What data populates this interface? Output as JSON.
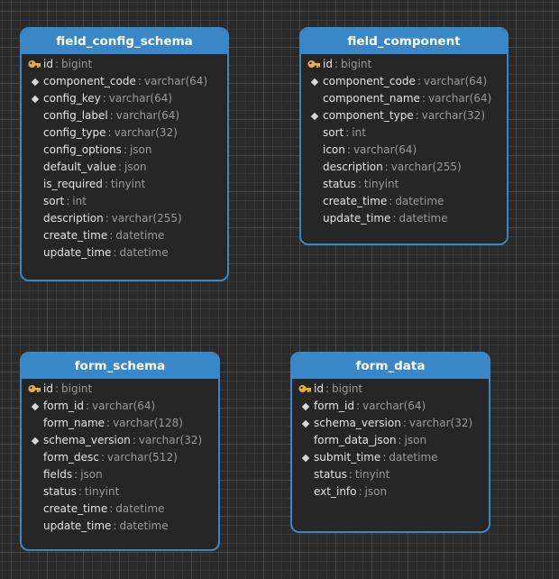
{
  "entities": [
    {
      "name": "field_config_schema",
      "fields": [
        {
          "name": "id",
          "type": "bigint",
          "marker": "key"
        },
        {
          "name": "component_code",
          "type": "varchar(64)",
          "marker": "index"
        },
        {
          "name": "config_key",
          "type": "varchar(64)",
          "marker": "index"
        },
        {
          "name": "config_label",
          "type": "varchar(64)",
          "marker": "none"
        },
        {
          "name": "config_type",
          "type": "varchar(32)",
          "marker": "none"
        },
        {
          "name": "config_options",
          "type": "json",
          "marker": "none"
        },
        {
          "name": "default_value",
          "type": "json",
          "marker": "none"
        },
        {
          "name": "is_required",
          "type": "tinyint",
          "marker": "none"
        },
        {
          "name": "sort",
          "type": "int",
          "marker": "none"
        },
        {
          "name": "description",
          "type": "varchar(255)",
          "marker": "none"
        },
        {
          "name": "create_time",
          "type": "datetime",
          "marker": "none"
        },
        {
          "name": "update_time",
          "type": "datetime",
          "marker": "none"
        }
      ]
    },
    {
      "name": "field_component",
      "fields": [
        {
          "name": "id",
          "type": "bigint",
          "marker": "key"
        },
        {
          "name": "component_code",
          "type": "varchar(64)",
          "marker": "index"
        },
        {
          "name": "component_name",
          "type": "varchar(64)",
          "marker": "none"
        },
        {
          "name": "component_type",
          "type": "varchar(32)",
          "marker": "index"
        },
        {
          "name": "sort",
          "type": "int",
          "marker": "none"
        },
        {
          "name": "icon",
          "type": "varchar(64)",
          "marker": "none"
        },
        {
          "name": "description",
          "type": "varchar(255)",
          "marker": "none"
        },
        {
          "name": "status",
          "type": "tinyint",
          "marker": "none"
        },
        {
          "name": "create_time",
          "type": "datetime",
          "marker": "none"
        },
        {
          "name": "update_time",
          "type": "datetime",
          "marker": "none"
        }
      ]
    },
    {
      "name": "form_schema",
      "fields": [
        {
          "name": "id",
          "type": "bigint",
          "marker": "key"
        },
        {
          "name": "form_id",
          "type": "varchar(64)",
          "marker": "index"
        },
        {
          "name": "form_name",
          "type": "varchar(128)",
          "marker": "none"
        },
        {
          "name": "schema_version",
          "type": "varchar(32)",
          "marker": "index"
        },
        {
          "name": "form_desc",
          "type": "varchar(512)",
          "marker": "none"
        },
        {
          "name": "fields",
          "type": "json",
          "marker": "none"
        },
        {
          "name": "status",
          "type": "tinyint",
          "marker": "none"
        },
        {
          "name": "create_time",
          "type": "datetime",
          "marker": "none"
        },
        {
          "name": "update_time",
          "type": "datetime",
          "marker": "none"
        }
      ]
    },
    {
      "name": "form_data",
      "fields": [
        {
          "name": "id",
          "type": "bigint",
          "marker": "key"
        },
        {
          "name": "form_id",
          "type": "varchar(64)",
          "marker": "index"
        },
        {
          "name": "schema_version",
          "type": "varchar(32)",
          "marker": "index"
        },
        {
          "name": "form_data_json",
          "type": "json",
          "marker": "none"
        },
        {
          "name": "submit_time",
          "type": "datetime",
          "marker": "index"
        },
        {
          "name": "status",
          "type": "tinyint",
          "marker": "none"
        },
        {
          "name": "ext_info",
          "type": "json",
          "marker": "none"
        }
      ]
    }
  ],
  "separator": ":",
  "colors": {
    "header": "#3a87c8",
    "key_icon": "#e8b23a"
  }
}
